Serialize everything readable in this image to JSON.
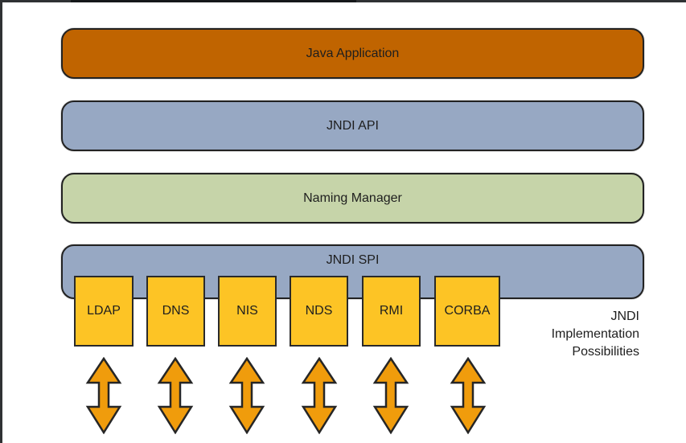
{
  "diagram": {
    "layers": {
      "java_application": "Java Application",
      "jndi_api": "JNDI API",
      "naming_manager": "Naming Manager",
      "jndi_spi": "JNDI SPI"
    },
    "implementations": [
      "LDAP",
      "DNS",
      "NIS",
      "NDS",
      "RMI",
      "CORBA"
    ],
    "implementations_note": [
      "JNDI",
      "Implementation",
      "Possibilities"
    ],
    "colors": {
      "java_application": "#c06400",
      "jndi_api": "#97a8c3",
      "naming_manager": "#c6d4a9",
      "jndi_spi": "#97a8c3",
      "implementation": "#fdc425",
      "arrow": "#f09c0c"
    }
  }
}
